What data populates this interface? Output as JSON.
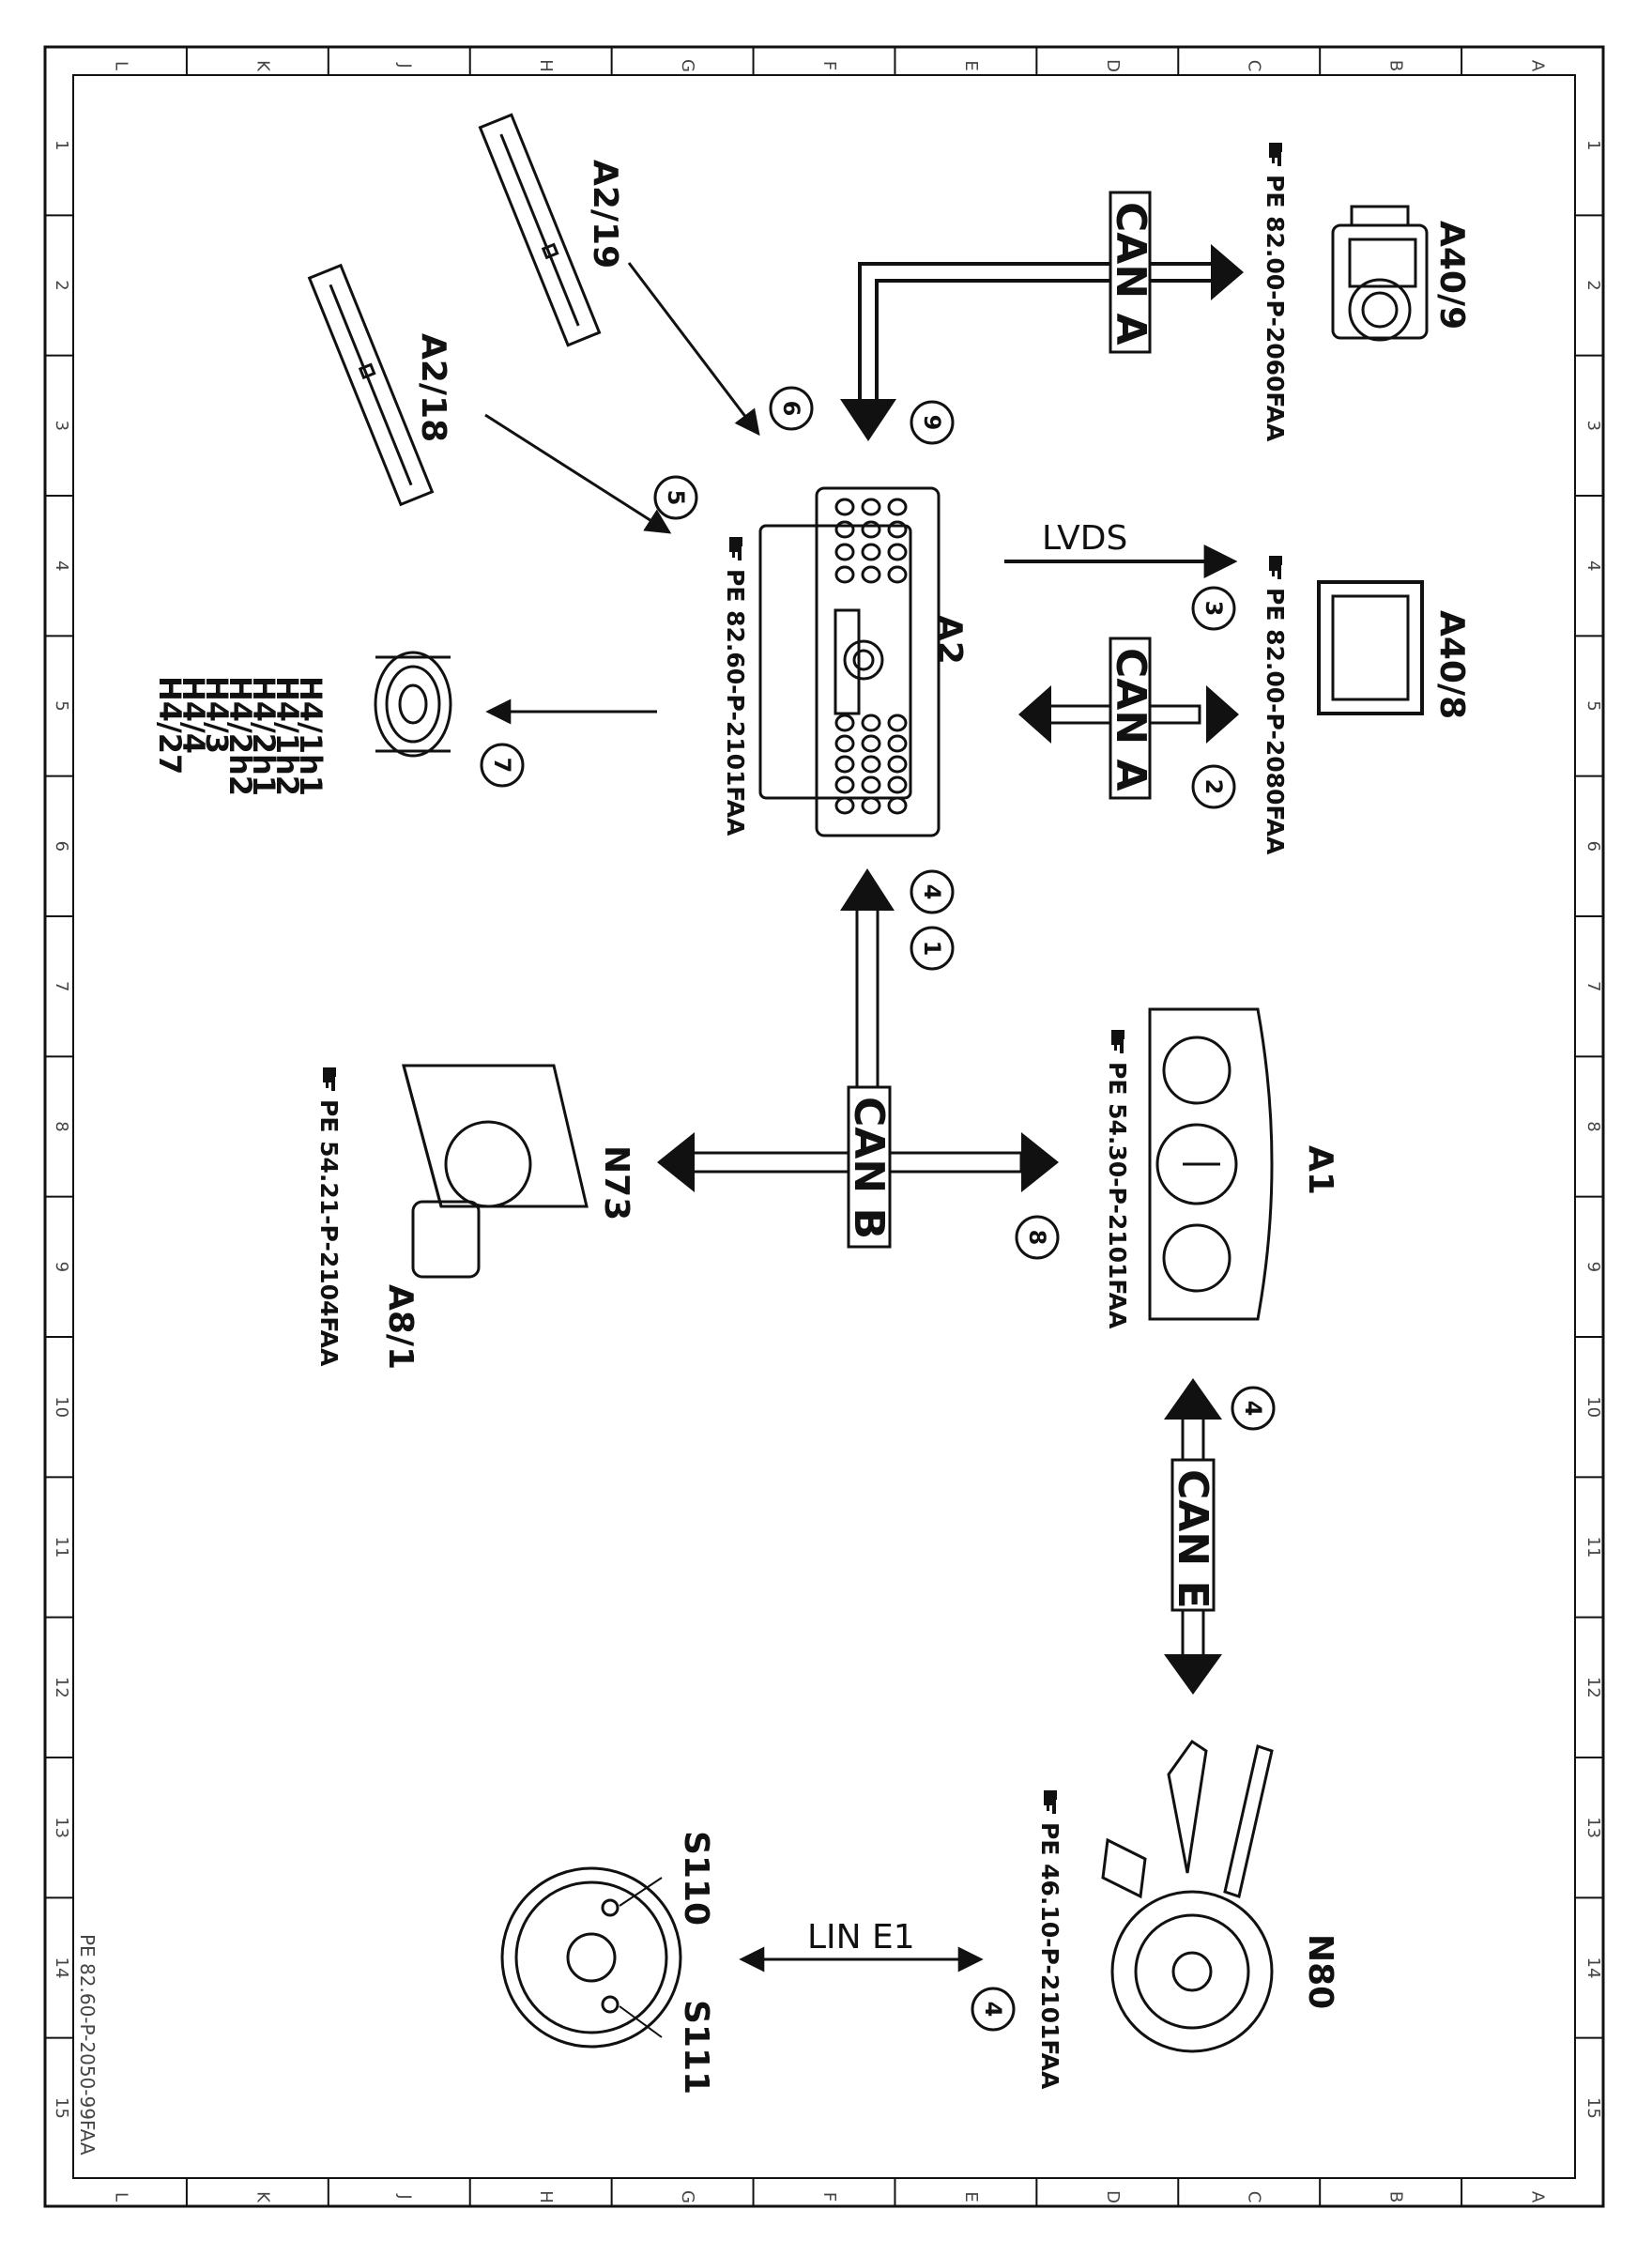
{
  "frame": {
    "columns": [
      "A",
      "B",
      "C",
      "D",
      "E",
      "F",
      "G",
      "H",
      "J",
      "K",
      "L"
    ],
    "rows": [
      "1",
      "2",
      "3",
      "4",
      "5",
      "6",
      "7",
      "8",
      "9",
      "10",
      "11",
      "12",
      "13",
      "14",
      "15"
    ],
    "drawing_id": "PE 82.60-P-2050-99FAA"
  },
  "components": {
    "a40_9": {
      "label": "A40/9",
      "ref": "PE 82.00-P-2060FAA"
    },
    "a40_8": {
      "label": "A40/8",
      "ref": "PE 82.00-P-2080FAA"
    },
    "a2": {
      "label": "A2",
      "ref": "PE 82.60-P-2101FAA"
    },
    "a2_19": {
      "label": "A2/19"
    },
    "a2_18": {
      "label": "A2/18"
    },
    "speakers": {
      "labels": [
        "H4/1h1",
        "H4/1h2",
        "H4/2h1",
        "H4/2h2",
        "H4/3",
        "H4/4",
        "H4/27"
      ]
    },
    "a1": {
      "label": "A1",
      "ref": "PE 54.30-P-2101FAA"
    },
    "n73": {
      "label": "N73",
      "ref": "PE 54.21-P-2104FAA"
    },
    "a8_1": {
      "label": "A8/1"
    },
    "n80": {
      "label": "N80",
      "ref": "PE 46.10-P-2101FAA"
    },
    "s110": {
      "label": "S110"
    },
    "s111": {
      "label": "S111"
    }
  },
  "buses": {
    "can_a_top": "CAN A",
    "can_a_mid": "CAN A",
    "lvds": "LVDS",
    "can_b": "CAN B",
    "can_e": "CAN E",
    "lin_e1": "LIN E1"
  },
  "markers": {
    "m1": "1",
    "m2": "2",
    "m3": "3",
    "m4a": "4",
    "m4b": "4",
    "m4c": "4",
    "m5": "5",
    "m6": "6",
    "m7": "7",
    "m8": "8",
    "m9": "9"
  },
  "icons": {
    "reference": "pointing-hand-icon"
  }
}
